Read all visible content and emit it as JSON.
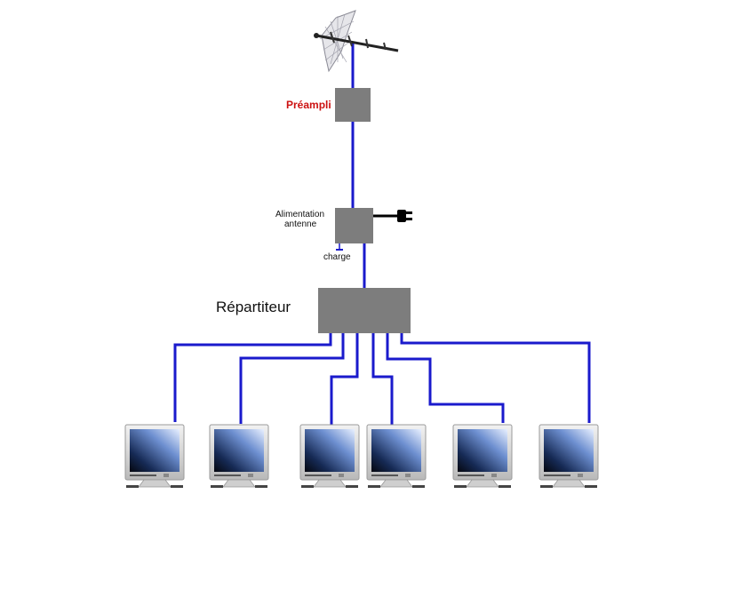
{
  "labels": {
    "preamp": "Préampli",
    "power_supply_line1": "Alimentation",
    "power_supply_line2": "antenne",
    "charge": "charge",
    "splitter": "Répartiteur"
  },
  "colors": {
    "cable": "#1a1acc",
    "box": "#7d7d7d",
    "preamp_label": "#cc1111",
    "text": "#111111"
  },
  "tv_count": 6,
  "icons": [
    "antenna-icon",
    "power-plug-icon",
    "tv-monitor-icon"
  ]
}
